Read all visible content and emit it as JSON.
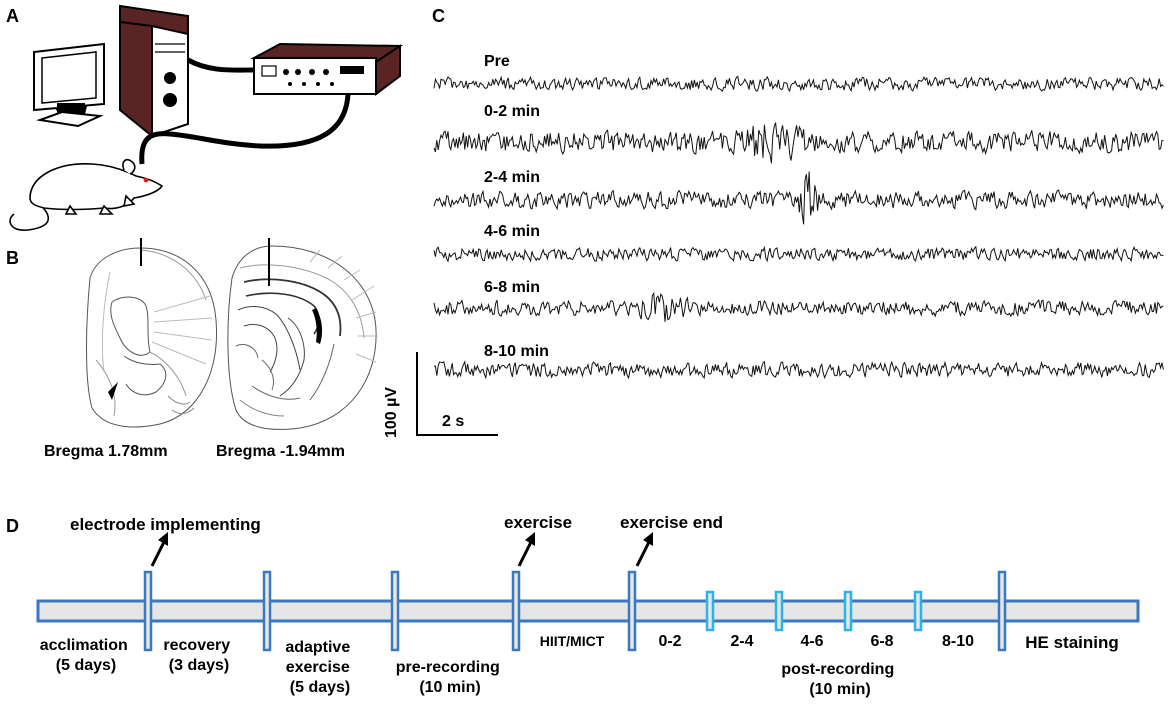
{
  "panels": {
    "a": "A",
    "b": "B",
    "c": "C",
    "d": "D"
  },
  "panel_b": {
    "left_section_label": "Bregma 1.78mm",
    "right_section_label": "Bregma -1.94mm"
  },
  "panel_c": {
    "traces": [
      {
        "label": "Pre"
      },
      {
        "label": "0-2 min"
      },
      {
        "label": "2-4 min"
      },
      {
        "label": "4-6 min"
      },
      {
        "label": "6-8 min"
      },
      {
        "label": "8-10 min"
      }
    ],
    "scale_voltage": "100 µV",
    "scale_time": "2 s"
  },
  "panel_d": {
    "arrows": [
      "electrode implementing",
      "exercise",
      "exercise end"
    ],
    "segments": [
      {
        "lines": [
          "acclimation",
          "(5 days)"
        ]
      },
      {
        "lines": [
          "recovery",
          "(3 days)"
        ]
      },
      {
        "lines": [
          "adaptive",
          "exercise",
          "(5 days)"
        ]
      },
      {
        "lines": [
          "pre-recording",
          "(10 min)"
        ]
      },
      {
        "lines": [
          "HIIT/MICT"
        ]
      },
      {
        "lines": [
          "0-2"
        ]
      },
      {
        "lines": [
          "2-4"
        ]
      },
      {
        "lines": [
          "4-6"
        ]
      },
      {
        "lines": [
          "6-8"
        ]
      },
      {
        "lines": [
          "8-10"
        ]
      },
      {
        "lines": [
          "HE staining"
        ]
      }
    ],
    "post_recording": [
      "post-recording",
      "(10 min)"
    ]
  },
  "colors": {
    "timeline_fill": "#e6e6e6",
    "timeline_stroke": "#3a78c0",
    "post_marker_stroke": "#29b6e6",
    "tower_top": "#5a2424",
    "rat_eye": "#e02020"
  }
}
